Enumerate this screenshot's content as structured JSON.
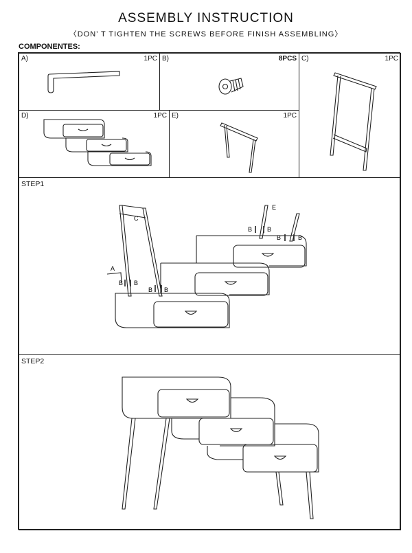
{
  "header": {
    "title": "ASSEMBLY INSTRUCTION",
    "subtitle": "〈DON’ T TIGHTEN THE SCREWS BEFORE FINISH ASSEMBLING〉"
  },
  "components": {
    "heading": "COMPONENTES:",
    "items": [
      {
        "label": "A)",
        "qty": "1PC",
        "icon": "allen-key-icon"
      },
      {
        "label": "B)",
        "qty": "8PCS",
        "icon": "screw-icon"
      },
      {
        "label": "C)",
        "qty": "1PC",
        "icon": "leg-frame-icon"
      },
      {
        "label": "D)",
        "qty": "1PC",
        "icon": "drawer-body-icon"
      },
      {
        "label": "E)",
        "qty": "1PC",
        "icon": "leg-pair-icon"
      }
    ]
  },
  "steps": [
    {
      "label": "STEP1",
      "callouts": {
        "a": "A",
        "b": "B",
        "c": "C",
        "e": "E"
      }
    },
    {
      "label": "STEP2"
    }
  ]
}
